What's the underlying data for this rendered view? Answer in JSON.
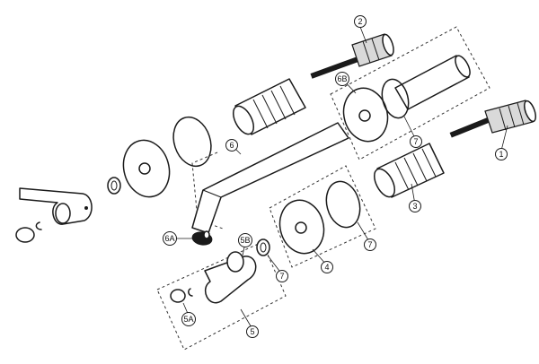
{
  "callouts": [
    {
      "id": "1",
      "text": "1"
    },
    {
      "id": "2",
      "text": "2"
    },
    {
      "id": "3",
      "text": "3"
    },
    {
      "id": "4",
      "text": "4"
    },
    {
      "id": "5",
      "text": "5"
    },
    {
      "id": "5A",
      "text": "5A"
    },
    {
      "id": "5B",
      "text": "5B"
    },
    {
      "id": "6",
      "text": "6"
    },
    {
      "id": "6A",
      "text": "6A"
    },
    {
      "id": "6B",
      "text": "6B"
    },
    {
      "id": "7a",
      "text": "7"
    },
    {
      "id": "7b",
      "text": "7"
    },
    {
      "id": "7c",
      "text": "7"
    }
  ]
}
